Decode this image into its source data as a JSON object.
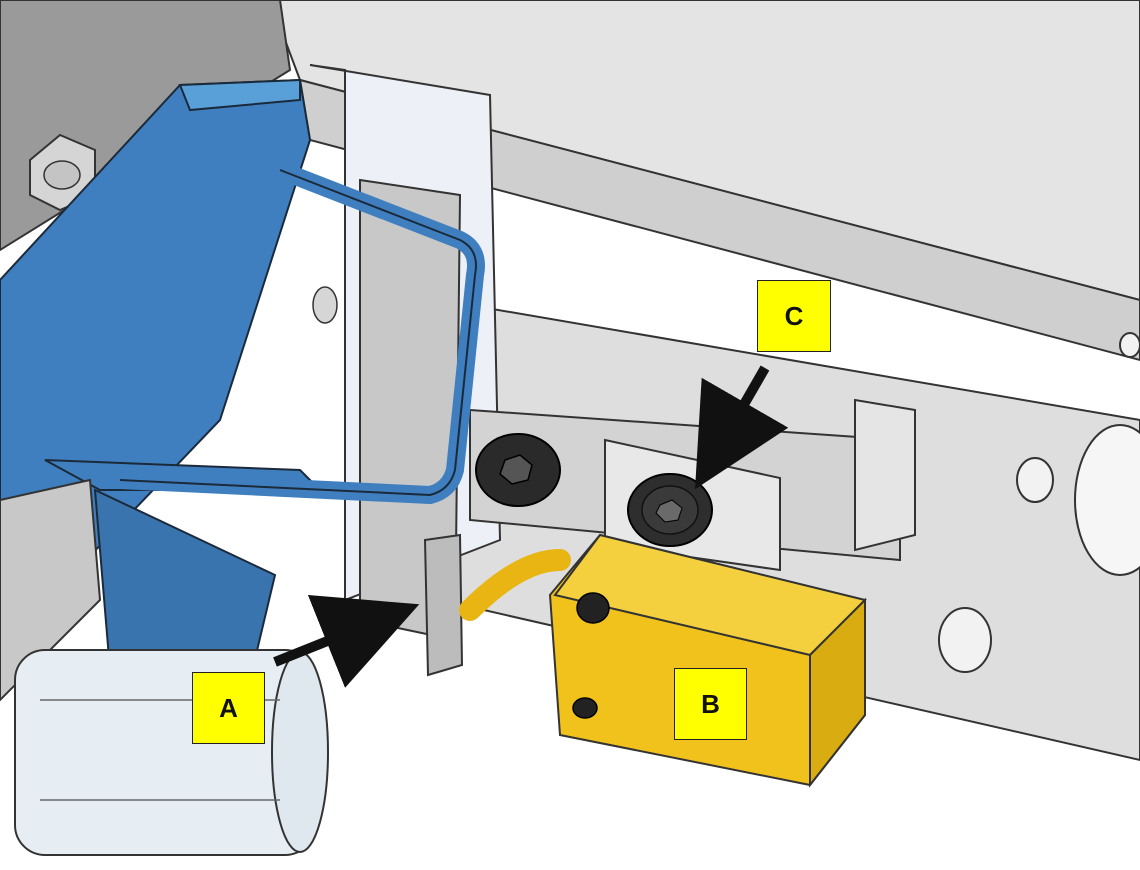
{
  "callouts": {
    "a": "A",
    "b": "B",
    "c": "C"
  },
  "colors": {
    "callout_fill": "#ffff00",
    "blue_part": "#3f7fbf",
    "yellow_part": "#f1c21b",
    "frame": "#d9d9d9",
    "arrow": "#111111"
  }
}
